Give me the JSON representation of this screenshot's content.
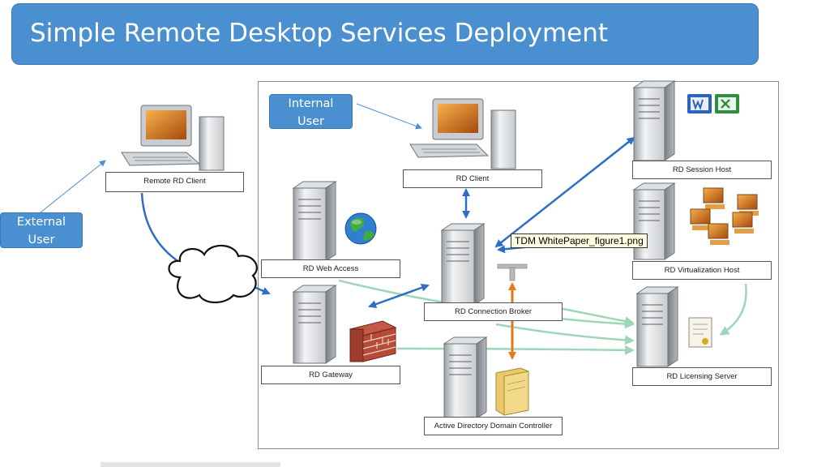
{
  "title": "Simple Remote Desktop Services Deployment",
  "callouts": {
    "internal": [
      "Internal",
      "User"
    ],
    "external": [
      "External",
      "User"
    ]
  },
  "labels": {
    "remote_client": "Remote RD Client",
    "rd_client": "RD Client",
    "session_host": "RD Session Host",
    "web_access": "RD Web Access",
    "virtualization_host": "RD Virtualization Host",
    "connection_broker": "RD Connection Broker",
    "gateway": "RD Gateway",
    "licensing_server": "RD Licensing Server",
    "domain_controller": "Active Directory Domain Controller"
  },
  "tooltip": "TDM WhitePaper_figure1.png",
  "colors": {
    "title_bg": "#4a8fcf",
    "blue_arrow": "#2e6fc4",
    "green_arrow": "#9fd6b8",
    "orange_arrow": "#e07a1c"
  },
  "icons": {
    "document_app_icons": "word-excel-icons",
    "firewall": "brick-wall-icon",
    "web": "globe-icon",
    "internet": "cloud-icon",
    "certificate": "certificate-icon",
    "directory": "folder-icon"
  }
}
